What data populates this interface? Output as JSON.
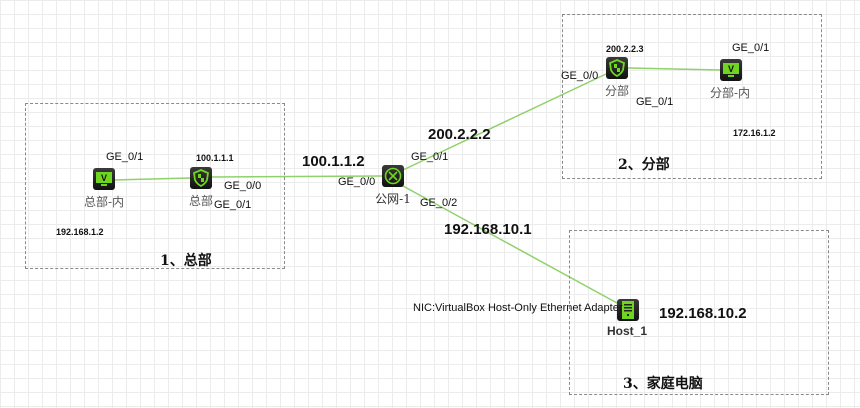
{
  "areas": {
    "hq": {
      "title": "1、总部"
    },
    "branch": {
      "title": "2、分部"
    },
    "home": {
      "title": "3、家庭电脑"
    }
  },
  "devices": {
    "hq_pc": {
      "name": "总部-内",
      "ip": "192.168.1.2",
      "port": "GE_0/1"
    },
    "hq_fw": {
      "name": "总部",
      "ip": "100.1.1.1",
      "port_out": "GE_0/0",
      "port_in": "GE_0/1"
    },
    "router": {
      "name": "公网-1",
      "ip_hq": "100.1.1.2",
      "ip_branch": "200.2.2.2",
      "ip_home": "192.168.10.1",
      "port0": "GE_0/0",
      "port1": "GE_0/1",
      "port2": "GE_0/2"
    },
    "br_fw": {
      "name": "分部",
      "ip": "200.2.2.3",
      "port_out": "GE_0/0",
      "port_in": "GE_0/1"
    },
    "br_pc": {
      "name": "分部-内",
      "ip": "172.16.1.2",
      "port": "GE_0/1"
    },
    "host": {
      "name": "Host_1",
      "ip": "192.168.10.2",
      "nic": "NIC:VirtualBox Host-Only Ethernet Adapter"
    }
  },
  "colors": {
    "link": "#8fd16a",
    "icon_accent": "#6fd51f"
  }
}
